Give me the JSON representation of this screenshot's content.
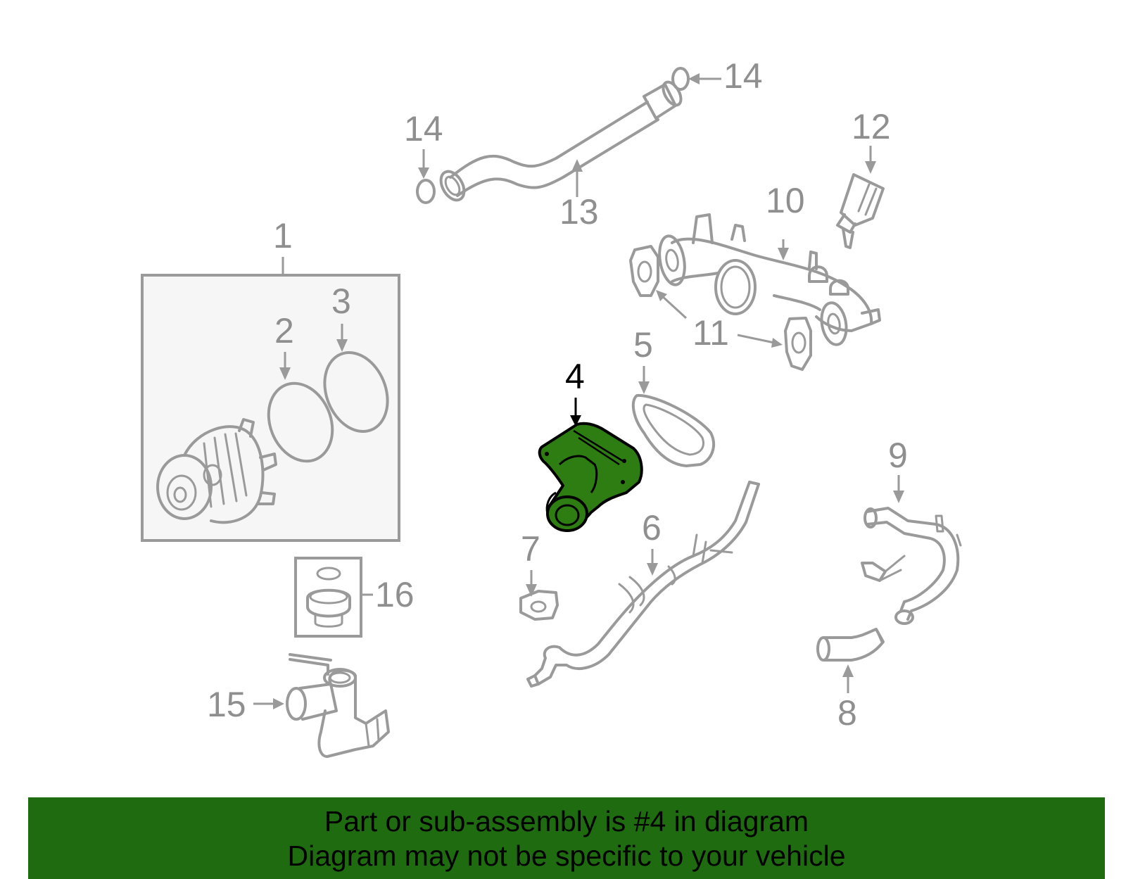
{
  "callouts": [
    {
      "id": "1",
      "text": "1"
    },
    {
      "id": "2",
      "text": "2"
    },
    {
      "id": "3",
      "text": "3"
    },
    {
      "id": "4",
      "text": "4",
      "highlighted": true
    },
    {
      "id": "5",
      "text": "5"
    },
    {
      "id": "6",
      "text": "6"
    },
    {
      "id": "7",
      "text": "7"
    },
    {
      "id": "8",
      "text": "8"
    },
    {
      "id": "9",
      "text": "9"
    },
    {
      "id": "10",
      "text": "10"
    },
    {
      "id": "11",
      "text": "11"
    },
    {
      "id": "12",
      "text": "12"
    },
    {
      "id": "13",
      "text": "13"
    },
    {
      "id": "14a",
      "text": "14"
    },
    {
      "id": "14b",
      "text": "14"
    },
    {
      "id": "15",
      "text": "15"
    },
    {
      "id": "16",
      "text": "16"
    }
  ],
  "caption": {
    "line1": "Part or sub-assembly is #4 in diagram",
    "line2": "Diagram may not be specific to your vehicle"
  },
  "colors": {
    "highlight_part": "#2e7d12",
    "caption_bar": "#1e6b10",
    "line_art": "#9a9a9a"
  }
}
